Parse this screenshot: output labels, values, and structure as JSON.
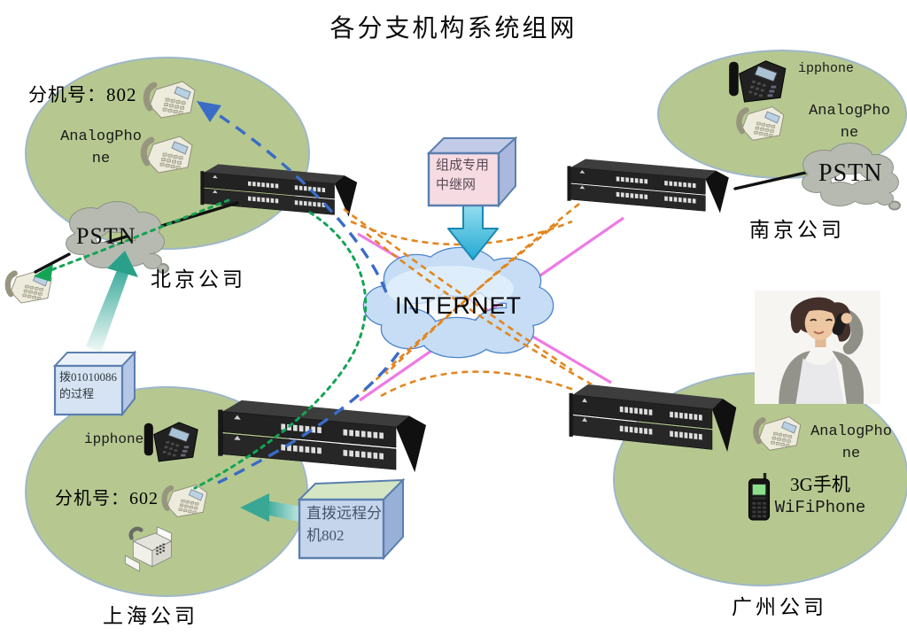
{
  "title": "各分支机构系统组网",
  "internet": {
    "label": "INTERNET"
  },
  "trunk_note": {
    "line1": "组成专用",
    "line2": "中继网"
  },
  "dial_note": {
    "line1": "拨01010086",
    "line2": "的过程"
  },
  "direct_note": {
    "line1": "直拨远程分",
    "line2": "机802"
  },
  "sites": {
    "beijing": {
      "name": "北京公司",
      "extension": "分机号：802",
      "analog_line1": "AnalogPho",
      "analog_line2": "ne",
      "pstn": "PSTN"
    },
    "nanjing": {
      "name": "南京公司",
      "ipphone": "ipphone",
      "analog_line1": "AnalogPho",
      "analog_line2": "ne",
      "pstn": "PSTN"
    },
    "shanghai": {
      "name": "上海公司",
      "ipphone": "ipphone",
      "extension": "分机号：602"
    },
    "guangzhou": {
      "name": "广州公司",
      "analog_line1": "AnalogPho",
      "analog_line2": "ne",
      "mobile_line1": "3G手机",
      "mobile_line2": "WiFiPhone"
    }
  },
  "colors": {
    "site_fill": "#b6c890",
    "site_border": "#9fb7c9",
    "internet_cloud_fill": "#c6ddf5",
    "internet_cloud_border": "#4e86cc",
    "pstn_cloud_fill": "#b6bab0",
    "trunk_line_orange": "#e2861f",
    "route_green": "#13a455",
    "route_blue": "#3a6cc6",
    "link_pink": "#ee7ae4",
    "down_arrow_cyan": "#22a9d2",
    "taper_arrow_teal": "#35a898",
    "note_box_border": "#5b7fae",
    "trunk_note_fill": "#f6dce2",
    "dial_note_fill": "#d5e3f2",
    "direct_note_fill": "#c5d6ec"
  },
  "icons": {
    "voip-gateway-device": "black 2U rack unit with port banks",
    "analog-phone": "beige desk telephone",
    "ip-phone": "black IP telephone with screen",
    "fax-machine": "fax with handset and paper tray",
    "mobile-phone": "handset with antenna and green screen",
    "pstn-cloud": "gray cloud",
    "internet-cloud": "blue cloud",
    "woman-photo": "businesswoman talking on cell phone",
    "down-block-arrow": "cyan block arrow",
    "up-taper-arrow": "teal tapering arrow",
    "left-taper-arrow": "teal tapering arrow"
  }
}
